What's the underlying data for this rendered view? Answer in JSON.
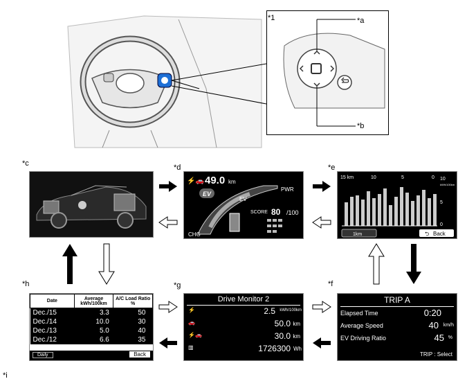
{
  "labels": {
    "l1": "*1",
    "la": "*a",
    "lb": "*b",
    "lc": "*c",
    "ld": "*d",
    "le": "*e",
    "lf": "*f",
    "lg": "*g",
    "lh": "*h",
    "li": "*i"
  },
  "screen_d": {
    "distance": "49.0",
    "distance_unit": "km",
    "ev_badge": "EV",
    "pwr": "PWR",
    "ev": "EV",
    "chg": "CHG",
    "score_label": "SCORE",
    "score": "80",
    "score_max": "/100"
  },
  "screen_e": {
    "ticks_top": [
      "15 km",
      "10",
      "5",
      "0"
    ],
    "y_ticks": [
      "10",
      "5",
      "0"
    ],
    "y_unit": "kWh/100km",
    "left_btn": "1km",
    "back": "Back"
  },
  "screen_f": {
    "title": "TRIP A",
    "rows": [
      {
        "label": "Elapsed Time",
        "value": "0:20",
        "unit": ""
      },
      {
        "label": "Average Speed",
        "value": "40",
        "unit": "km/h"
      },
      {
        "label": "EV Driving Ratio",
        "value": "45",
        "unit": "%"
      }
    ],
    "footer": "TRIP : Select"
  },
  "screen_g": {
    "title": "Drive Monitor 2",
    "rows": [
      {
        "value": "2.5",
        "unit": "kWh/100km"
      },
      {
        "value": "50.0",
        "unit": "km"
      },
      {
        "value": "30.0",
        "unit": "km"
      },
      {
        "value": "1726300",
        "unit": "Wh"
      }
    ]
  },
  "screen_h": {
    "headers": [
      "Date",
      "Average kWh/100km",
      "A/C Load Ratio %"
    ],
    "rows": [
      [
        "Dec./15",
        "3.3",
        "50"
      ],
      [
        "Dec./14",
        "10.0",
        "30"
      ],
      [
        "Dec./13",
        "5.0",
        "40"
      ],
      [
        "Dec./12",
        "6.6",
        "35"
      ]
    ],
    "left_btn": "Daily",
    "back": "Back"
  }
}
